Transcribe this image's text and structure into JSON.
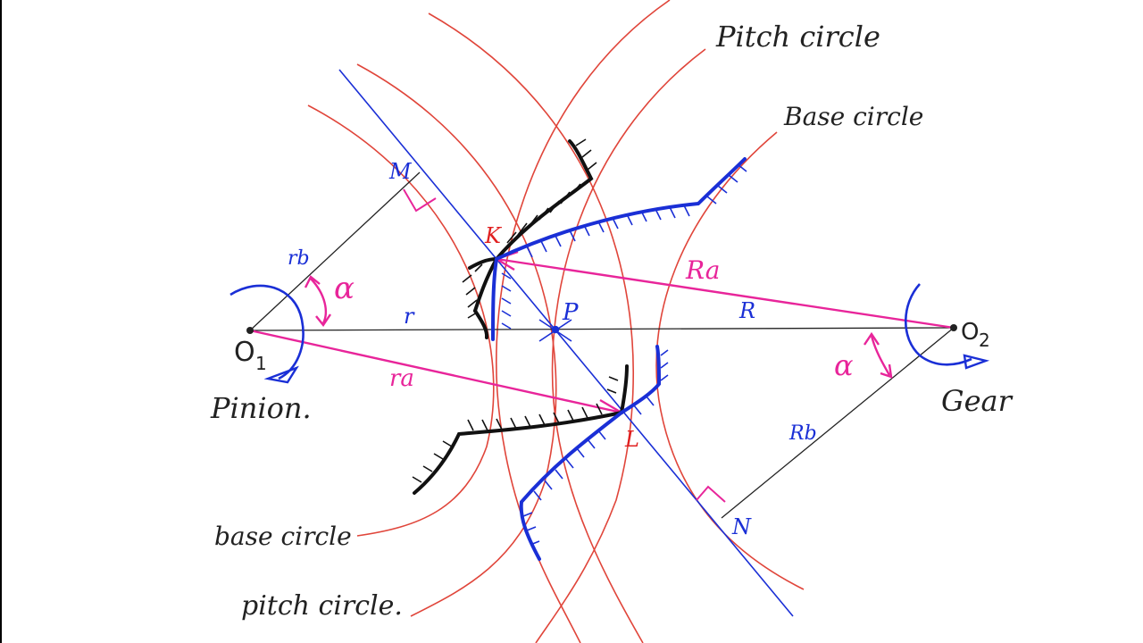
{
  "labels": {
    "pitch_circle_top": "Pitch circle",
    "base_circle_top": "Base circle",
    "base_circle_bottom": "base circle",
    "pitch_circle_bottom": "pitch circle.",
    "point_M": "M",
    "point_N": "N",
    "point_K": "K",
    "point_L": "L",
    "point_P": "P",
    "center_left": "O",
    "center_left_sub": "1",
    "center_right": "O",
    "center_right_sub": "2",
    "pinion": "Pinion.",
    "gear": "Gear",
    "r_small": "r",
    "R_big": "R",
    "rb_small": "rb",
    "Rb_big": "Rb",
    "ra_small": "ra",
    "Ra_big": "Ra",
    "alpha_left": "α",
    "alpha_right": "α"
  },
  "colors": {
    "circles": "#e0453a",
    "line_of_action": "#1a2fd6",
    "radii": "#e8259a",
    "teeth_black": "#111111",
    "teeth_blue": "#1a2fd6",
    "label_red": "#e02020",
    "label_blue": "#1a2fd6",
    "label_pink": "#e8259a",
    "label_black": "#222222"
  }
}
